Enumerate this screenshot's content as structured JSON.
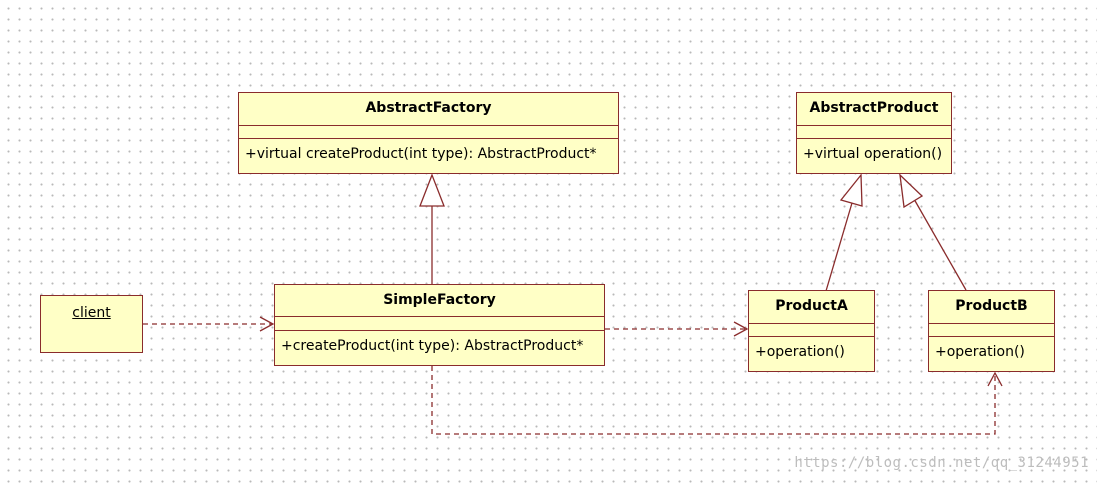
{
  "classes": {
    "abstract_factory": {
      "name": "AbstractFactory",
      "operations": [
        "+virtual createProduct(int type): AbstractProduct*"
      ]
    },
    "abstract_product": {
      "name": "AbstractProduct",
      "operations": [
        "+virtual operation()"
      ]
    },
    "simple_factory": {
      "name": "SimpleFactory",
      "operations": [
        "+createProduct(int type): AbstractProduct*"
      ]
    },
    "product_a": {
      "name": "ProductA",
      "operations": [
        "+operation()"
      ]
    },
    "product_b": {
      "name": "ProductB",
      "operations": [
        "+operation()"
      ]
    }
  },
  "actor": {
    "name": "client"
  },
  "relations": [
    {
      "from": "simple_factory",
      "to": "abstract_factory",
      "kind": "generalization"
    },
    {
      "from": "product_a",
      "to": "abstract_product",
      "kind": "generalization"
    },
    {
      "from": "product_b",
      "to": "abstract_product",
      "kind": "generalization"
    },
    {
      "from": "client",
      "to": "simple_factory",
      "kind": "dependency"
    },
    {
      "from": "simple_factory",
      "to": "product_a",
      "kind": "dependency"
    },
    {
      "from": "simple_factory",
      "to": "product_b",
      "kind": "dependency"
    }
  ],
  "colors": {
    "box_fill": "#ffffc6",
    "line": "#8a2c2c"
  },
  "watermark": "https://blog.csdn.net/qq_31244951"
}
